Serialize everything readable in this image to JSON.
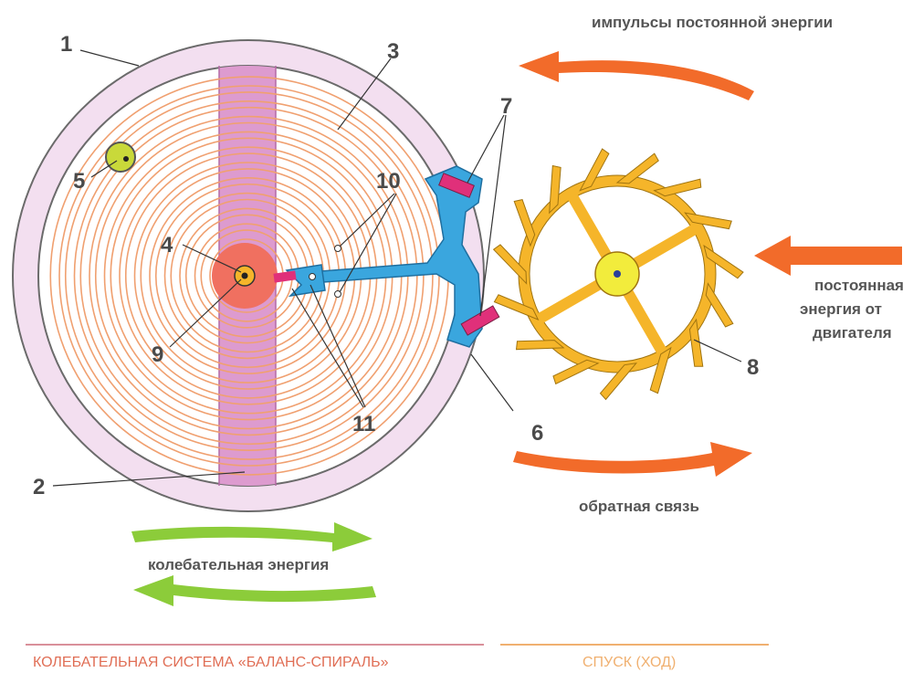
{
  "numbers": {
    "n1": "1",
    "n2": "2",
    "n3": "3",
    "n4": "4",
    "n5": "5",
    "n6": "6",
    "n7": "7",
    "n8": "8",
    "n9": "9",
    "n10": "10",
    "n11": "11"
  },
  "captions": {
    "impulses": "импульсы постоянной энергии",
    "engine_line1": "постоянная",
    "engine_line2": "энергия от",
    "engine_line3": "двигателя",
    "feedback": "обратная связь",
    "oscillation": "колебательная энергия"
  },
  "footer": {
    "left": "КОЛЕБАТЕЛЬНАЯ СИСТЕМА «БАЛАНС-СПИРАЛЬ»",
    "right": "СПУСК (ХОД)"
  },
  "colors": {
    "rim": "#f3dff0",
    "rim_stroke": "#6b6b6b",
    "spoke": "#dd9bcf",
    "hairspring": "#f0a070",
    "collet": "#f07060",
    "lever": "#3aa6de",
    "pallet_stone": "#e0307a",
    "escape_wheel": "#f5b52a",
    "hub": "#f2ec3c",
    "arrow_orange": "#f26b2a",
    "arrow_green": "#8ccc3a",
    "footer_left": "#e06e55",
    "footer_right": "#f0b070"
  }
}
